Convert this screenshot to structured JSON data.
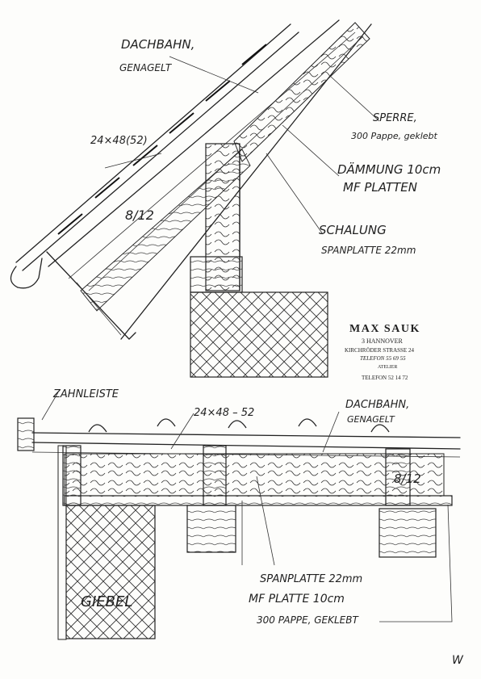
{
  "top_labels": {
    "dachbahn_line1": "DACHBAHN,",
    "dachbahn_line2": "GENAGELT",
    "batten_size": "24×48(52)",
    "rafter_size": "8/12",
    "sperre_line1": "SPERRE,",
    "sperre_line2": "300 Pappe, geklebt",
    "daemmung_line1": "DÄMMUNG 10cm",
    "daemmung_line2": "MF PLATTEN",
    "schalung_line1": "SCHALUNG",
    "schalung_line2": "SPANPLATTE 22mm"
  },
  "stamp": {
    "name": "MAX SAUK",
    "city": "3 HANNOVER",
    "street": "KIRCHRÖDER STRASSE 24",
    "phone": "TELEFON 55 69 55",
    "atelier": "ATELIER",
    "atelier_phone": "TELEFON 52 14 72"
  },
  "bottom_labels": {
    "zahnleiste": "ZAHNLEISTE",
    "batten_size": "24×48 – 52",
    "dachbahn_line1": "DACHBAHN,",
    "dachbahn_line2": "GENAGELT",
    "rafter_size": "8/12",
    "spanplatte": "SPANPLATTE 22mm",
    "mf_platte": "MF PLATTE 10cm",
    "pappe": "300 PAPPE, GEKLEBT",
    "giebel": "GIEBEL"
  },
  "signature": "W"
}
